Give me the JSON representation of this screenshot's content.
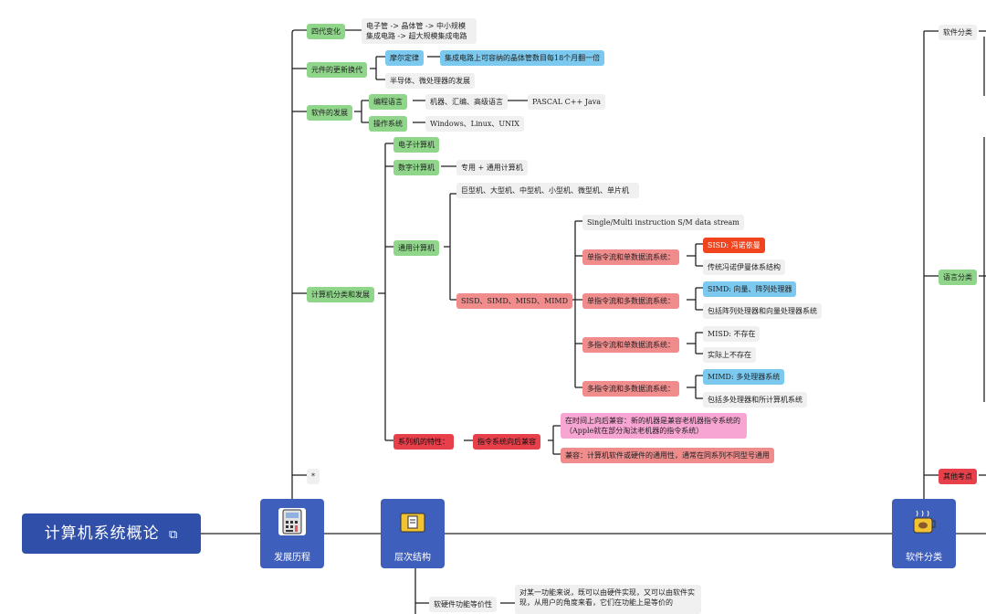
{
  "root": {
    "title": "计算机系统概论",
    "link_icon": "link-icon"
  },
  "hubs": {
    "history": "发展历程",
    "layers": "层次结构",
    "software": "软件分类"
  },
  "history": {
    "gen": {
      "label": "四代变化",
      "detail": "电子管 -> 晶体管 -> 中小规模集成电路 -> 超大规模集成电路"
    },
    "component": {
      "label": "元件的更新换代",
      "moore": "摩尔定律",
      "moore_text": "集成电路上可容纳的晶体管数目每18个月翻一倍",
      "semi": "半导体、微处理器的发展"
    },
    "software": {
      "label": "软件的发展",
      "prog": "编程语言",
      "prog_kinds": "机器、汇编、高级语言",
      "prog_list": "PASCAL C++ Java",
      "os": "操作系统",
      "os_list": "Windows、Linux、UNIX"
    },
    "classify": {
      "label": "计算机分类和发展",
      "electronic": "电子计算机",
      "digital": "数字计算机",
      "digital_detail": "专用 + 通用计算机",
      "general": "通用计算机",
      "general_sizes": "巨型机、大型机、中型机、小型机、微型机、单片机",
      "flynn": "SISD、SIMD、MISD、MIMD",
      "stream": "Single/Multi instruction S/M data stream",
      "sisd": {
        "label": "单指令流和单数据流系统：",
        "a": "SISD: 冯诺依曼",
        "b": "传统冯诺伊曼体系结构"
      },
      "simd": {
        "label": "单指令流和多数据流系统：",
        "a": "SIMD: 向量、阵列处理器",
        "b": "包括阵列处理器和向量处理器系统"
      },
      "misd": {
        "label": "多指令流和单数据流系统：",
        "a": "MISD: 不存在",
        "b": "实际上不存在"
      },
      "mimd": {
        "label": "多指令流和多数据流系统：",
        "a": "MIMD: 多处理器系统",
        "b": "包括多处理器和所计算机系统"
      },
      "series": "系列机的特性：",
      "compat": "指令系统向后兼容",
      "compat_a": "在时间上向后兼容：新的机器是兼容老机器指令系统的（Apple就在部分淘汰老机器的指令系统）",
      "compat_b": "兼容：计算机软件或硬件的通用性，通常在同系列不同型号通用"
    },
    "star": "*"
  },
  "layers": {
    "equiv": "软硬件功能等价性",
    "equiv_text": "对某一功能来说，既可以由硬件实现，又可以由软件实现，从用户的角度来看，它们在功能上是等价的"
  },
  "software": {
    "cat": "软件分类",
    "lang": "语言分类",
    "other": "其他考点"
  }
}
